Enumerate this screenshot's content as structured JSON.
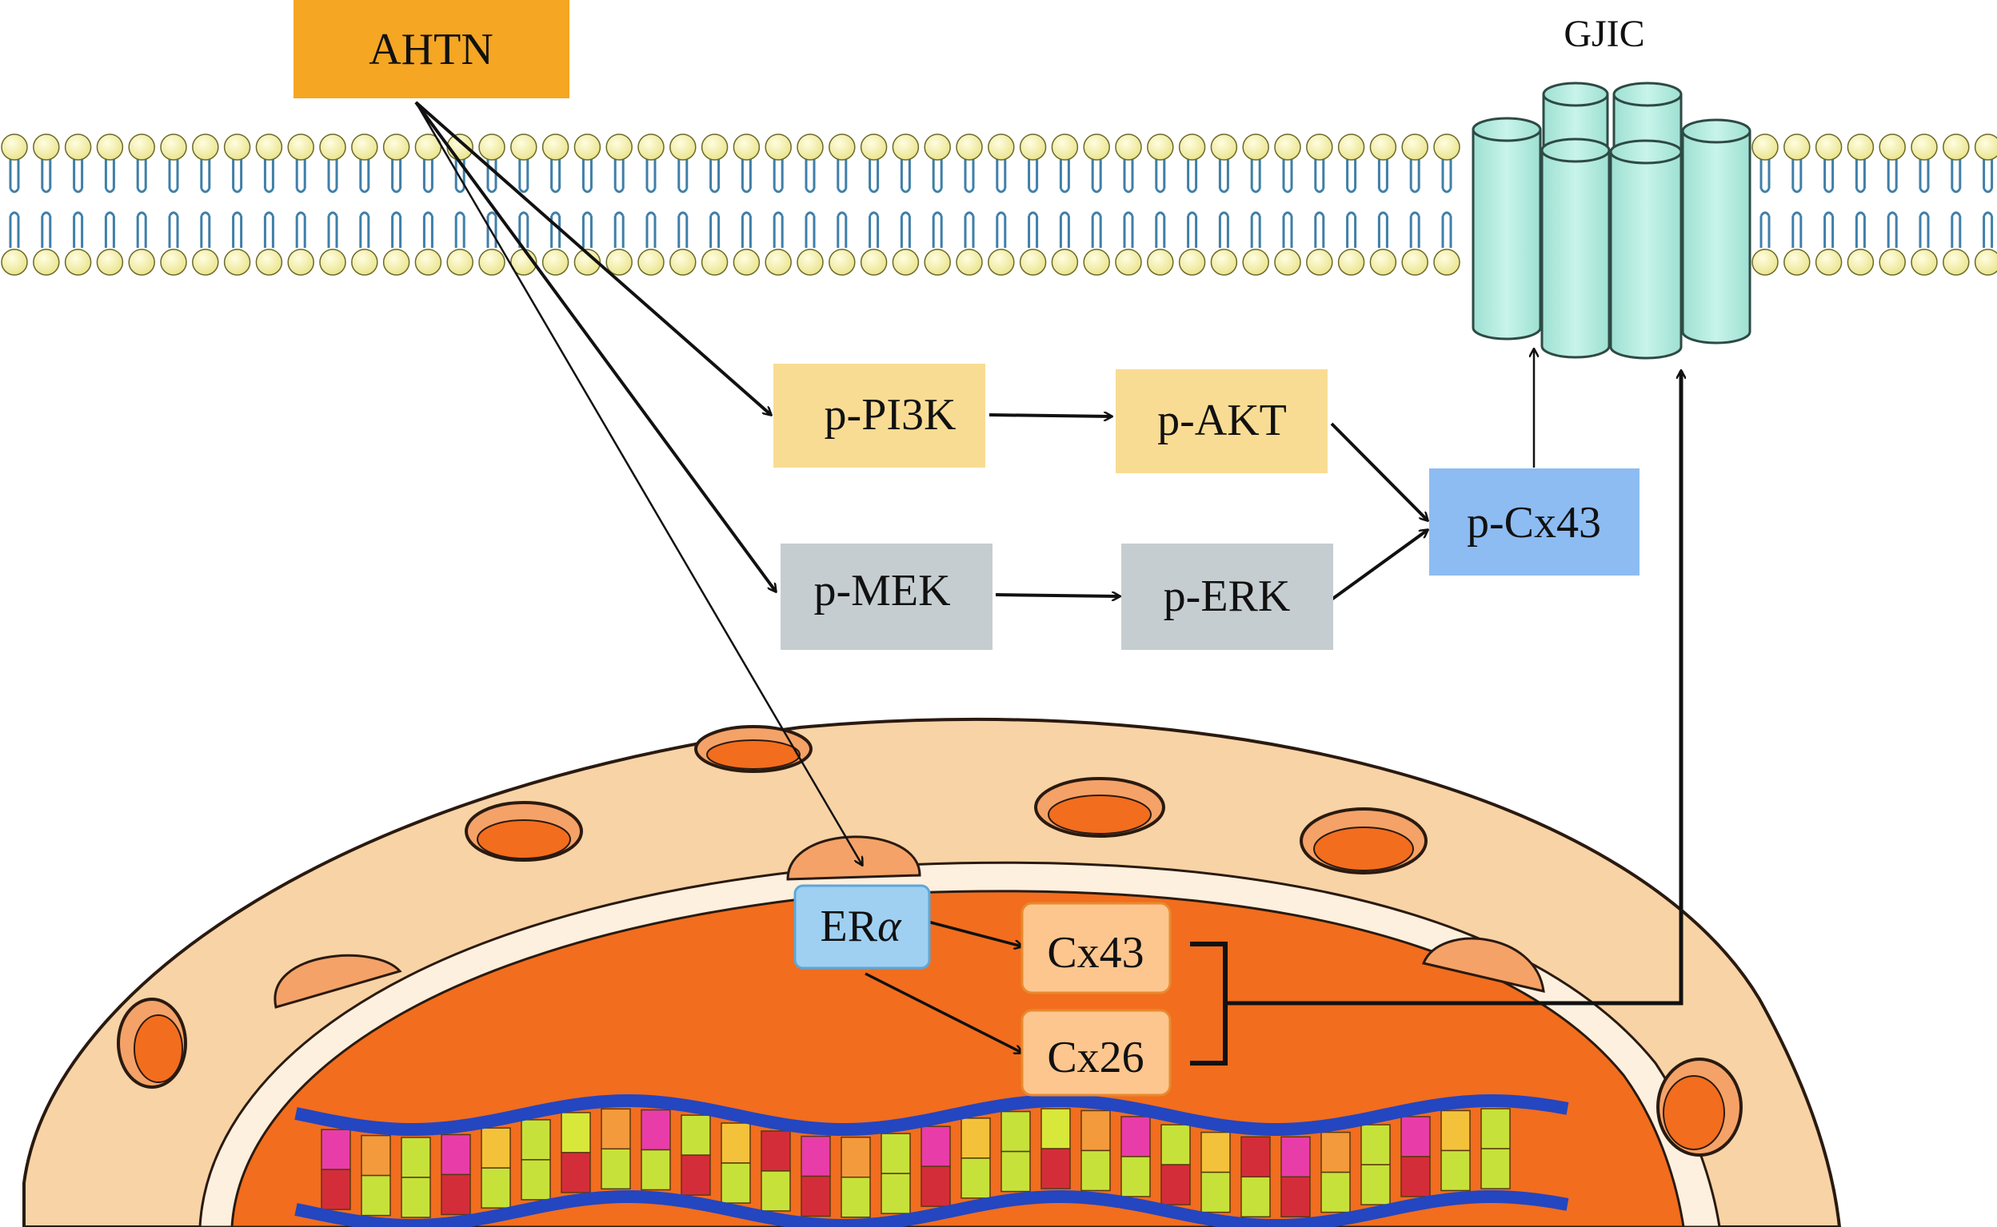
{
  "nodes": {
    "ahtn": {
      "label": "AHTN",
      "color": "#f5a623"
    },
    "gjic": {
      "label": "GJIC"
    },
    "ppi3k": {
      "label": "p-PI3K",
      "color": "#f9dc94"
    },
    "pakt": {
      "label": "p-AKT",
      "color": "#f9dc94"
    },
    "pmek": {
      "label": "p-MEK",
      "color": "#c5cdd0"
    },
    "perk": {
      "label": "p-ERK",
      "color": "#c5cdd0"
    },
    "pcx43": {
      "label": "p-Cx43",
      "color": "#8dbcf2"
    },
    "era": {
      "label": "ER",
      "label_greek": "α",
      "color": "#9fd0f2"
    },
    "cx43": {
      "label": "Cx43",
      "color": "#fcc68e"
    },
    "cx26": {
      "label": "Cx26",
      "color": "#fcc68e"
    }
  },
  "edges": [
    {
      "from": "AHTN",
      "to": "p-PI3K"
    },
    {
      "from": "AHTN",
      "to": "p-MEK"
    },
    {
      "from": "AHTN",
      "to": "ERα"
    },
    {
      "from": "p-PI3K",
      "to": "p-AKT"
    },
    {
      "from": "p-MEK",
      "to": "p-ERK"
    },
    {
      "from": "p-AKT",
      "to": "p-Cx43"
    },
    {
      "from": "p-ERK",
      "to": "p-Cx43"
    },
    {
      "from": "p-Cx43",
      "to": "GJIC"
    },
    {
      "from": "ERα",
      "to": "Cx43"
    },
    {
      "from": "ERα",
      "to": "Cx26"
    },
    {
      "from": "Cx43 + Cx26",
      "to": "GJIC"
    }
  ],
  "colors": {
    "membrane_head": "#f2eea0",
    "membrane_tail": "#3f7fa8",
    "gjic_channel": "#b6ece0",
    "nucleus_envelope": "#f8d3a6",
    "nucleus_inner": "#f26d1e",
    "dna_backbone": "#2446c0"
  }
}
